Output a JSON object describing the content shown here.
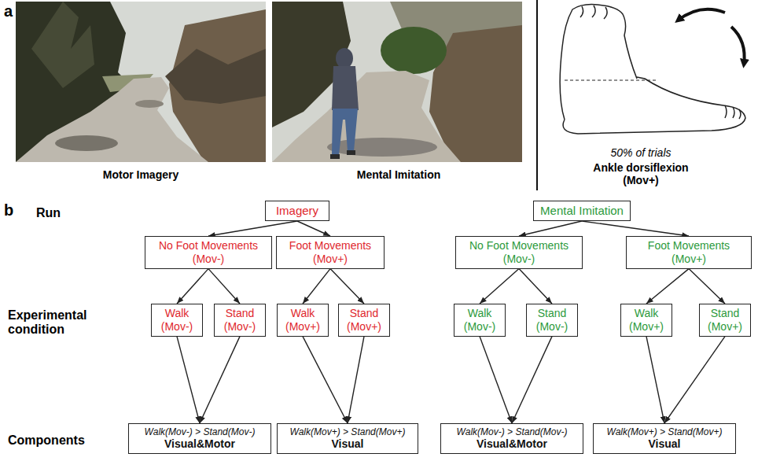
{
  "diagram": {
    "nodes": [
      {
        "text": [
          "Imagery"
        ]
      },
      {
        "text": [
          "Mental Imitation"
        ]
      },
      {
        "text": [
          "No Foot Movements (Mov-)"
        ]
      },
      {
        "text": [
          "Foot Movements (Mov+)"
        ]
      },
      {
        "text": [
          "No Foot Movements (Mov-)"
        ]
      },
      {
        "text": [
          "Foot Movements (Mov+)"
        ]
      },
      {
        "text": [
          "Walk (Mov-)"
        ]
      },
      {
        "text": [
          "Stand (Mov-)"
        ]
      },
      {
        "text": [
          "Walk (Mov+)"
        ]
      },
      {
        "text": [
          "Stand (Mov+)"
        ]
      },
      {
        "text": [
          "Walk (Mov-)"
        ]
      },
      {
        "text": [
          "Stand (Mov-)"
        ]
      },
      {
        "text": [
          "Walk (Mov+)"
        ]
      },
      {
        "text": [
          "Stand (Mov+)"
        ]
      },
      {
        "text": [
          "Walk(Mov-) > Stand(Mov-)",
          "Visual&Motor"
        ]
      },
      {
        "text": [
          "Walk(Mov+) > Stand(Mov+)",
          "Visual"
        ]
      },
      {
        "text": [
          "Walk(Mov-) > Stand(Mov-)",
          "Visual&Motor"
        ]
      },
      {
        "text": [
          "Walk(Mov+) > Stand(Mov+)",
          "Visual"
        ]
      }
    ],
    "edges": [
      {
        "from": 0,
        "to": 2,
        "arrow": "to"
      },
      {
        "from": 0,
        "to": 3,
        "arrow": "to"
      },
      {
        "from": 1,
        "to": 4,
        "arrow": "to"
      },
      {
        "from": 1,
        "to": 5,
        "arrow": "to"
      },
      {
        "from": 2,
        "to": 6,
        "arrow": "to"
      },
      {
        "from": 2,
        "to": 7,
        "arrow": "to"
      },
      {
        "from": 3,
        "to": 8,
        "arrow": "to"
      },
      {
        "from": 3,
        "to": 9,
        "arrow": "to"
      },
      {
        "from": 4,
        "to": 10,
        "arrow": "to"
      },
      {
        "from": 4,
        "to": 11,
        "arrow": "to"
      },
      {
        "from": 5,
        "to": 12,
        "arrow": "to"
      },
      {
        "from": 5,
        "to": 13,
        "arrow": "to"
      },
      {
        "from": 6,
        "to": 14,
        "arrow": "to"
      },
      {
        "from": 7,
        "to": 14,
        "arrow": "to"
      },
      {
        "from": 8,
        "to": 15,
        "arrow": "to"
      },
      {
        "from": 9,
        "to": 15,
        "arrow": "to"
      },
      {
        "from": 10,
        "to": 16,
        "arrow": "to"
      },
      {
        "from": 11,
        "to": 16,
        "arrow": "to"
      },
      {
        "from": 12,
        "to": 17,
        "arrow": "to"
      },
      {
        "from": 13,
        "to": 17,
        "arrow": "to"
      }
    ],
    "labels": [
      "a",
      "Motor Imagery",
      "Mental Imitation",
      "50% of trials",
      "Ankle dorsiflexion (Mov+)",
      "b",
      "Run",
      "Experimental condition",
      "Components"
    ]
  }
}
